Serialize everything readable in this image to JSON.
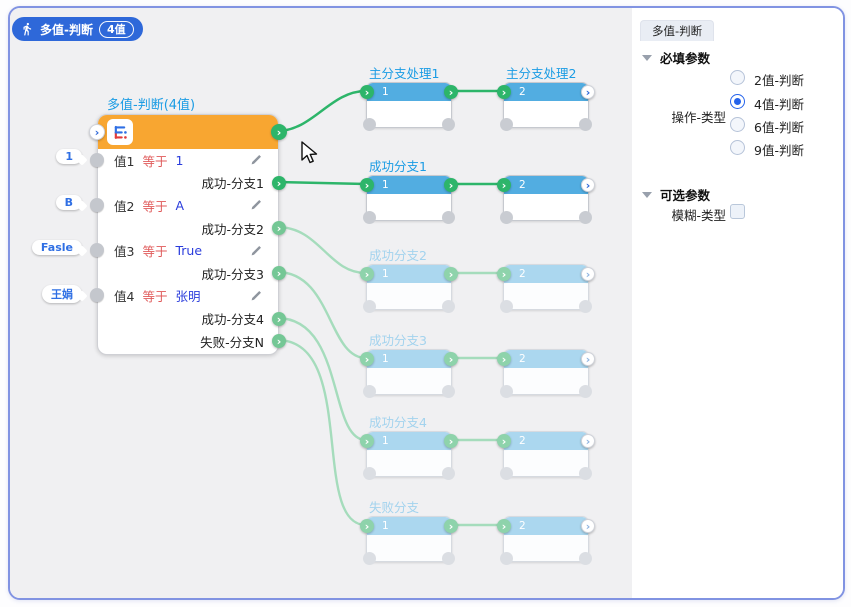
{
  "header": {
    "title": "多值-判断",
    "badge": "4值"
  },
  "icons": {
    "chevron": "›"
  },
  "canvas": {
    "main_node": {
      "title": "多值-判断(4值)",
      "rows": [
        {
          "type": "condition",
          "name": "值1",
          "op": "等于",
          "value": "1"
        },
        {
          "type": "branch",
          "label": "成功-分支1"
        },
        {
          "type": "condition",
          "name": "值2",
          "op": "等于",
          "value": "A"
        },
        {
          "type": "branch",
          "label": "成功-分支2"
        },
        {
          "type": "condition",
          "name": "值3",
          "op": "等于",
          "value": "True"
        },
        {
          "type": "branch",
          "label": "成功-分支3"
        },
        {
          "type": "condition",
          "name": "值4",
          "op": "等于",
          "value": "张明"
        },
        {
          "type": "branch",
          "label": "成功-分支4"
        },
        {
          "type": "branch",
          "label": "失败-分支N"
        }
      ],
      "input_badges": [
        "1",
        "B",
        "Fasle",
        "王娟"
      ]
    },
    "branch_groups": [
      {
        "label": "主分支处理1",
        "label2": "主分支处理2",
        "node1": "1",
        "node2": "2",
        "state": "active"
      },
      {
        "label": "成功分支1",
        "node1": "1",
        "node2": "2",
        "state": "active"
      },
      {
        "label": "成功分支2",
        "node1": "1",
        "node2": "2",
        "state": "inactive"
      },
      {
        "label": "成功分支3",
        "node1": "1",
        "node2": "2",
        "state": "inactive"
      },
      {
        "label": "成功分支4",
        "node1": "1",
        "node2": "2",
        "state": "inactive"
      },
      {
        "label": "失败分支",
        "node1": "1",
        "node2": "2",
        "state": "inactive"
      }
    ]
  },
  "panel": {
    "tab": "多值-判断",
    "required_section": {
      "title": "必填参数",
      "radio_group": {
        "label": "操作-类型",
        "options": [
          {
            "label": "2值-判断",
            "selected": false
          },
          {
            "label": "4值-判断",
            "selected": true
          },
          {
            "label": "6值-判断",
            "selected": false
          },
          {
            "label": "9值-判断",
            "selected": false
          }
        ]
      }
    },
    "optional_section": {
      "title": "可选参数",
      "checkbox": {
        "label": "模糊-类型",
        "checked": false
      }
    }
  },
  "colors": {
    "accent_blue": "#2e68d9",
    "node_orange": "#f8a631",
    "active_header": "#52ade1",
    "inactive_header": "#abd7ef",
    "edge_active": "#2db56a",
    "edge_inactive": "#a5dcbc",
    "label_active": "#1b9ce4",
    "label_inactive": "#a3d3ee"
  }
}
